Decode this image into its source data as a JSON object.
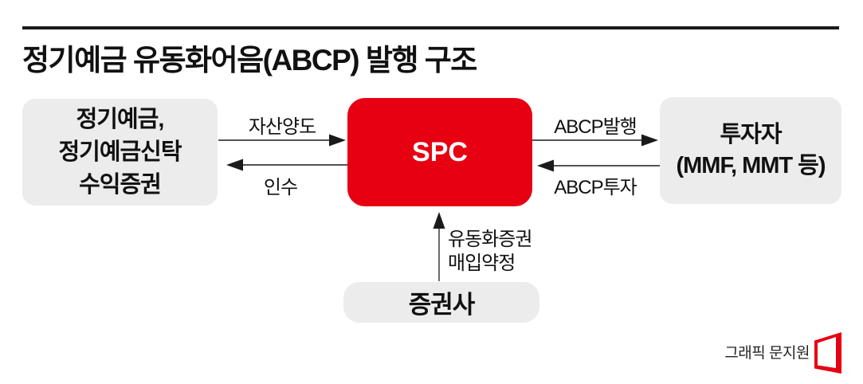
{
  "title": "정기예금 유동화어음(ABCP) 발행 구조",
  "nodes": {
    "assets": {
      "lines": [
        "정기예금,",
        "정기예금신탁",
        "수익증권"
      ]
    },
    "spc": {
      "label": "SPC"
    },
    "investors": {
      "lines": [
        "투자자",
        "(MMF, MMT 등)"
      ]
    },
    "securities": {
      "label": "증권사"
    }
  },
  "flows": {
    "asset_transfer": "자산양도",
    "acquisition": "인수",
    "abcp_issuance": "ABCP발행",
    "abcp_investment": "ABCP투자",
    "purchase_commitment_line1": "유동화증권",
    "purchase_commitment_line2": "매입약정"
  },
  "credit": {
    "label": "그래픽 문지원"
  },
  "colors": {
    "accent_red": "#e60012",
    "box_gray": "#ececec",
    "line_black": "#1a1a1a"
  }
}
